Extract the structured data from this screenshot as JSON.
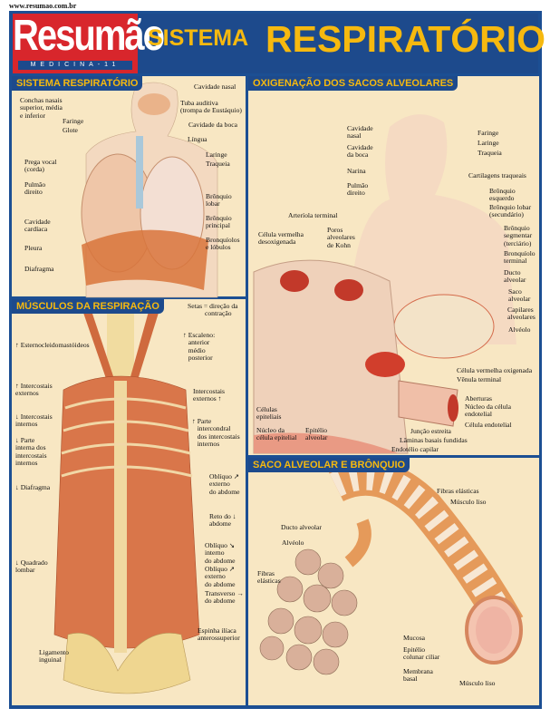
{
  "url": "www.resumao.com.br",
  "logo": {
    "name": "Resumão",
    "subtitle": "MEDICINA-11"
  },
  "title": {
    "small": "SISTEMA",
    "large": "RESPIRATÓRIO"
  },
  "colors": {
    "frame": "#1c4f93",
    "header_text": "#f6b90f",
    "logo_red": "#d8262c",
    "panel_bg": "#f8e7c3"
  },
  "panels": {
    "sistema": {
      "heading": "SISTEMA RESPIRATÓRIO",
      "labels": [
        "Cavidade nasal",
        "Conchas nasais\nsuperior, média\ne inferior",
        "Tuba auditiva\n(trompa de Eustáquio)",
        "Faringe",
        "Glote",
        "Cavidade da boca",
        "Língua",
        "Laringe",
        "Traqueia",
        "Prega vocal\n(corda)",
        "Pulmão\ndireito",
        "Brônquio\nlobar",
        "Cavidade\ncardíaca",
        "Brônquio\nprincipal",
        "Pleura",
        "Bronquíolos\ne lóbulos",
        "Diafragma"
      ]
    },
    "musculos": {
      "heading": "MÚSCULOS DA RESPIRAÇÃO",
      "labels": [
        "Setas = direção da\n          contração",
        "↑ Esternocleidomastóideos",
        "↑ Escaleno:\n   anterior\n   médio\n   posterior",
        "↑ Intercostais\nexternos",
        "Intercostais\nexternos ↑",
        "↓ Intercostais\ninternos",
        "↑ Parte\n   intercondral\n   dos intercostais\n   internos",
        "↓ Parte\ninterna dos\nintercostais\ninternos",
        "↓ Diafragma",
        "Oblíquo ↗\nexterno\ndo abdome",
        "Reto do ↓\nabdome",
        "↓ Quadrado\nlombar",
        "Oblíquo ↘\ninterno\ndo abdome",
        "Oblíquo ↗\nexterno\ndo abdome",
        "Transverso →\ndo abdome",
        "Espinha ilíaca\nanterossuperior",
        "Ligamento\ninguinal"
      ]
    },
    "oxigenacao": {
      "heading": "OXIGENAÇÃO DOS SACOS ALVEOLARES",
      "labels": [
        "Cavidade\nnasal",
        "Faringe",
        "Laringe",
        "Traqueia",
        "Cavidade\nda boca",
        "Narina",
        "Cartilagens traqueais",
        "Pulmão\ndireito",
        "Brônquio\nesquerdo",
        "Brônquio lobar\n(secundário)",
        "Arteríola terminal",
        "Célula vermelha\ndesoxigenada",
        "Poros\nalveolares\nde Kohn",
        "Brônquio\nsegmentar\n(terciário)",
        "Bronquíolo\nterminal",
        "Ducto\nalveolar",
        "Saco\nalveolar",
        "Capilares\nalveolares",
        "Alvéolo",
        "Célula vermelha oxigenada",
        "Vênula terminal",
        "Aberturas",
        "Núcleo da célula\nendotelial",
        "Célula endotelial",
        "Células\nepiteliais",
        "Núcleo da\ncélula epitelial",
        "Epitélio\nalveolar",
        "Junção estreita",
        "Lâminas basais fundidas",
        "Endotélio capilar"
      ]
    },
    "saco": {
      "heading": "SACO ALVEOLAR E BRÔNQUIO",
      "labels": [
        "Fibras elásticas",
        "Músculo liso",
        "Ducto alveolar",
        "Alvéolo",
        "Fibras\nelásticas",
        "Mucosa",
        "Epitélio\ncolunar ciliar",
        "Membrana\nbasal",
        "Músculo liso"
      ]
    }
  }
}
